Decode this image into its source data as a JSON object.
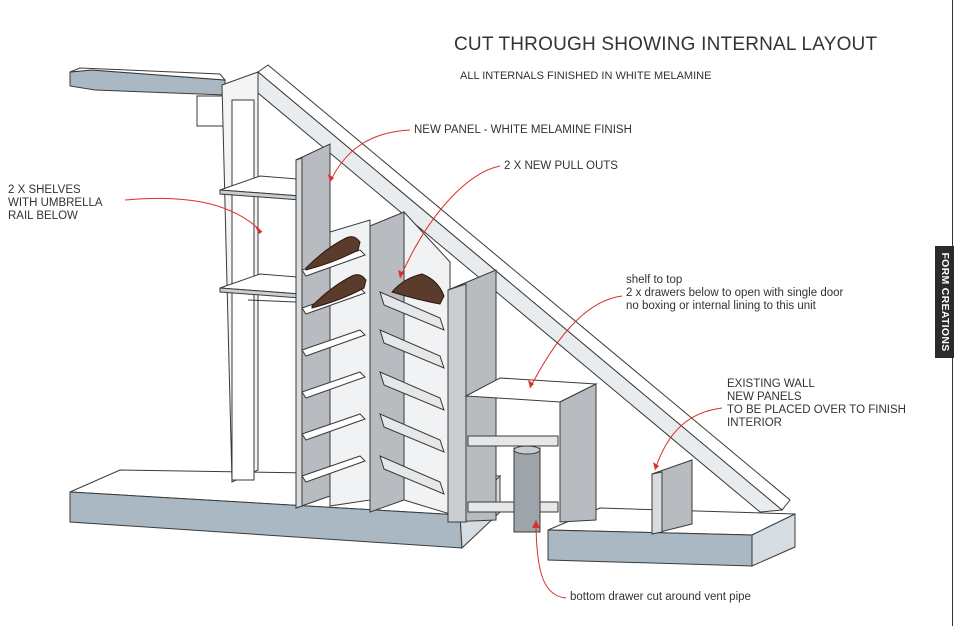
{
  "drawing": {
    "title": "CUT THROUGH SHOWING INTERNAL LAYOUT",
    "subtitle": "ALL INTERNALS FINISHED IN WHITE MELAMINE"
  },
  "annotations": {
    "shelves": "2 X SHELVES\nWITH UMBRELLA\nRAIL BELOW",
    "new_panel": "NEW PANEL - WHITE MELAMINE FINISH",
    "pull_outs": "2 X NEW PULL OUTS",
    "shelf_top": "shelf to top\n2 x drawers below to open with single door\nno boxing or internal lining to this unit",
    "existing_wall": "EXISTING WALL\nNEW PANELS\nTO BE PLACED OVER TO FINISH\nINTERIOR",
    "vent": "bottom drawer cut around vent pipe"
  },
  "brand": "FORM CREATIONS",
  "colors": {
    "leader": "#d9302c",
    "panel_grey": "#b8bcc0",
    "floor_blue": "#a9b8c2",
    "line": "#3a3a3a"
  }
}
